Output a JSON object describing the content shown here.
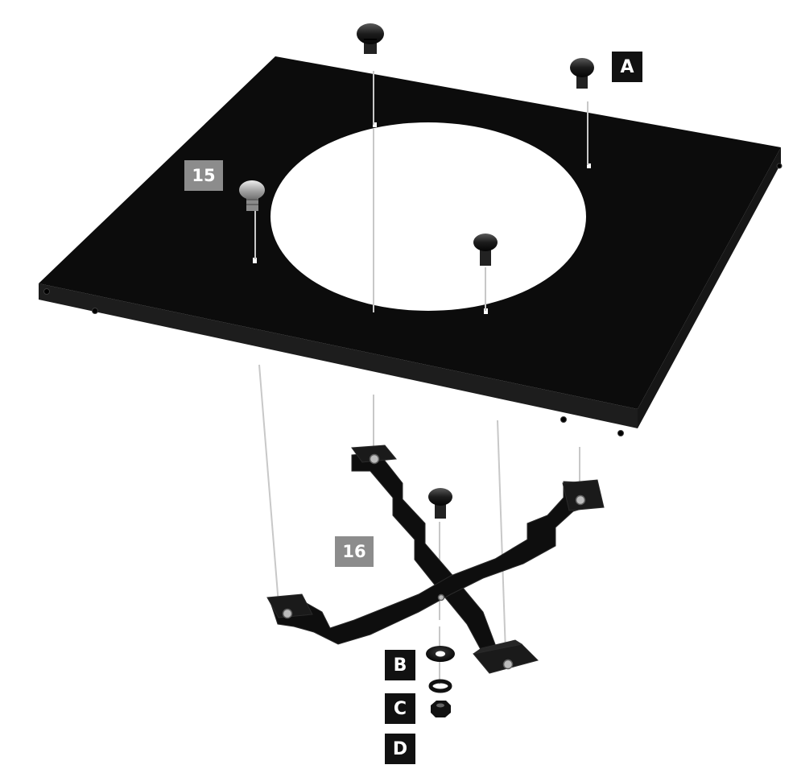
{
  "callouts": {
    "a": "A",
    "b": "B",
    "c": "C",
    "d": "D",
    "step15": "15",
    "step16": "16"
  },
  "colors": {
    "plate": "#0c0c0c",
    "plate_edge": "#1e1e1e",
    "callout_dark": "#111111",
    "callout_grey": "#8c8c8c",
    "guide_line": "#c8c8c8"
  }
}
